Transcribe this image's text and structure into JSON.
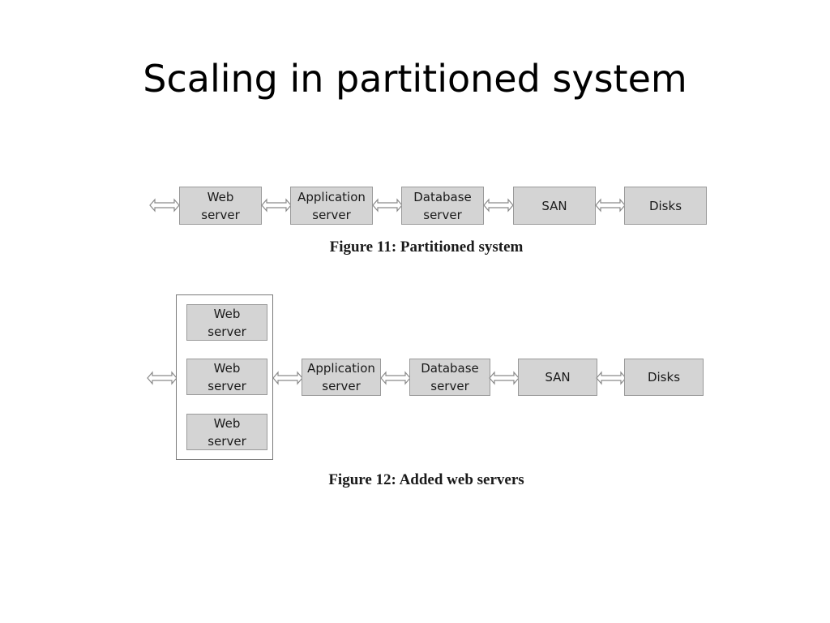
{
  "title": "Scaling in partitioned system",
  "figure1": {
    "caption": "Figure 11: Partitioned system",
    "nodes": [
      "Web\nserver",
      "Application\nserver",
      "Database\nserver",
      "SAN",
      "Disks"
    ]
  },
  "figure2": {
    "caption": "Figure 12: Added web servers",
    "web_servers": [
      "Web\nserver",
      "Web\nserver",
      "Web\nserver"
    ],
    "nodes": [
      "Application\nserver",
      "Database\nserver",
      "SAN",
      "Disks"
    ]
  },
  "colors": {
    "box_fill": "#d4d4d4",
    "box_border": "#9a9a9a",
    "arrow": "#8a8a8a"
  }
}
